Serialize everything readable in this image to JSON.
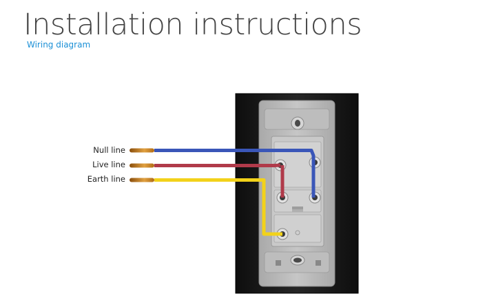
{
  "header": {
    "title": "Installation instructions",
    "subtitle": "Wiring diagram"
  },
  "wires": [
    {
      "label": "Null line",
      "color": "#3a56b8",
      "icon": "null-wire"
    },
    {
      "label": "Live line",
      "color": "#b03a4a",
      "icon": "live-wire"
    },
    {
      "label": "Earth line",
      "color": "#f2d21a",
      "icon": "earth-wire"
    }
  ],
  "colors": {
    "panel": "#1c1c1c",
    "socket_body": "#b8b8b8",
    "copper": "#c8821e",
    "accent": "#1a8fd6"
  }
}
